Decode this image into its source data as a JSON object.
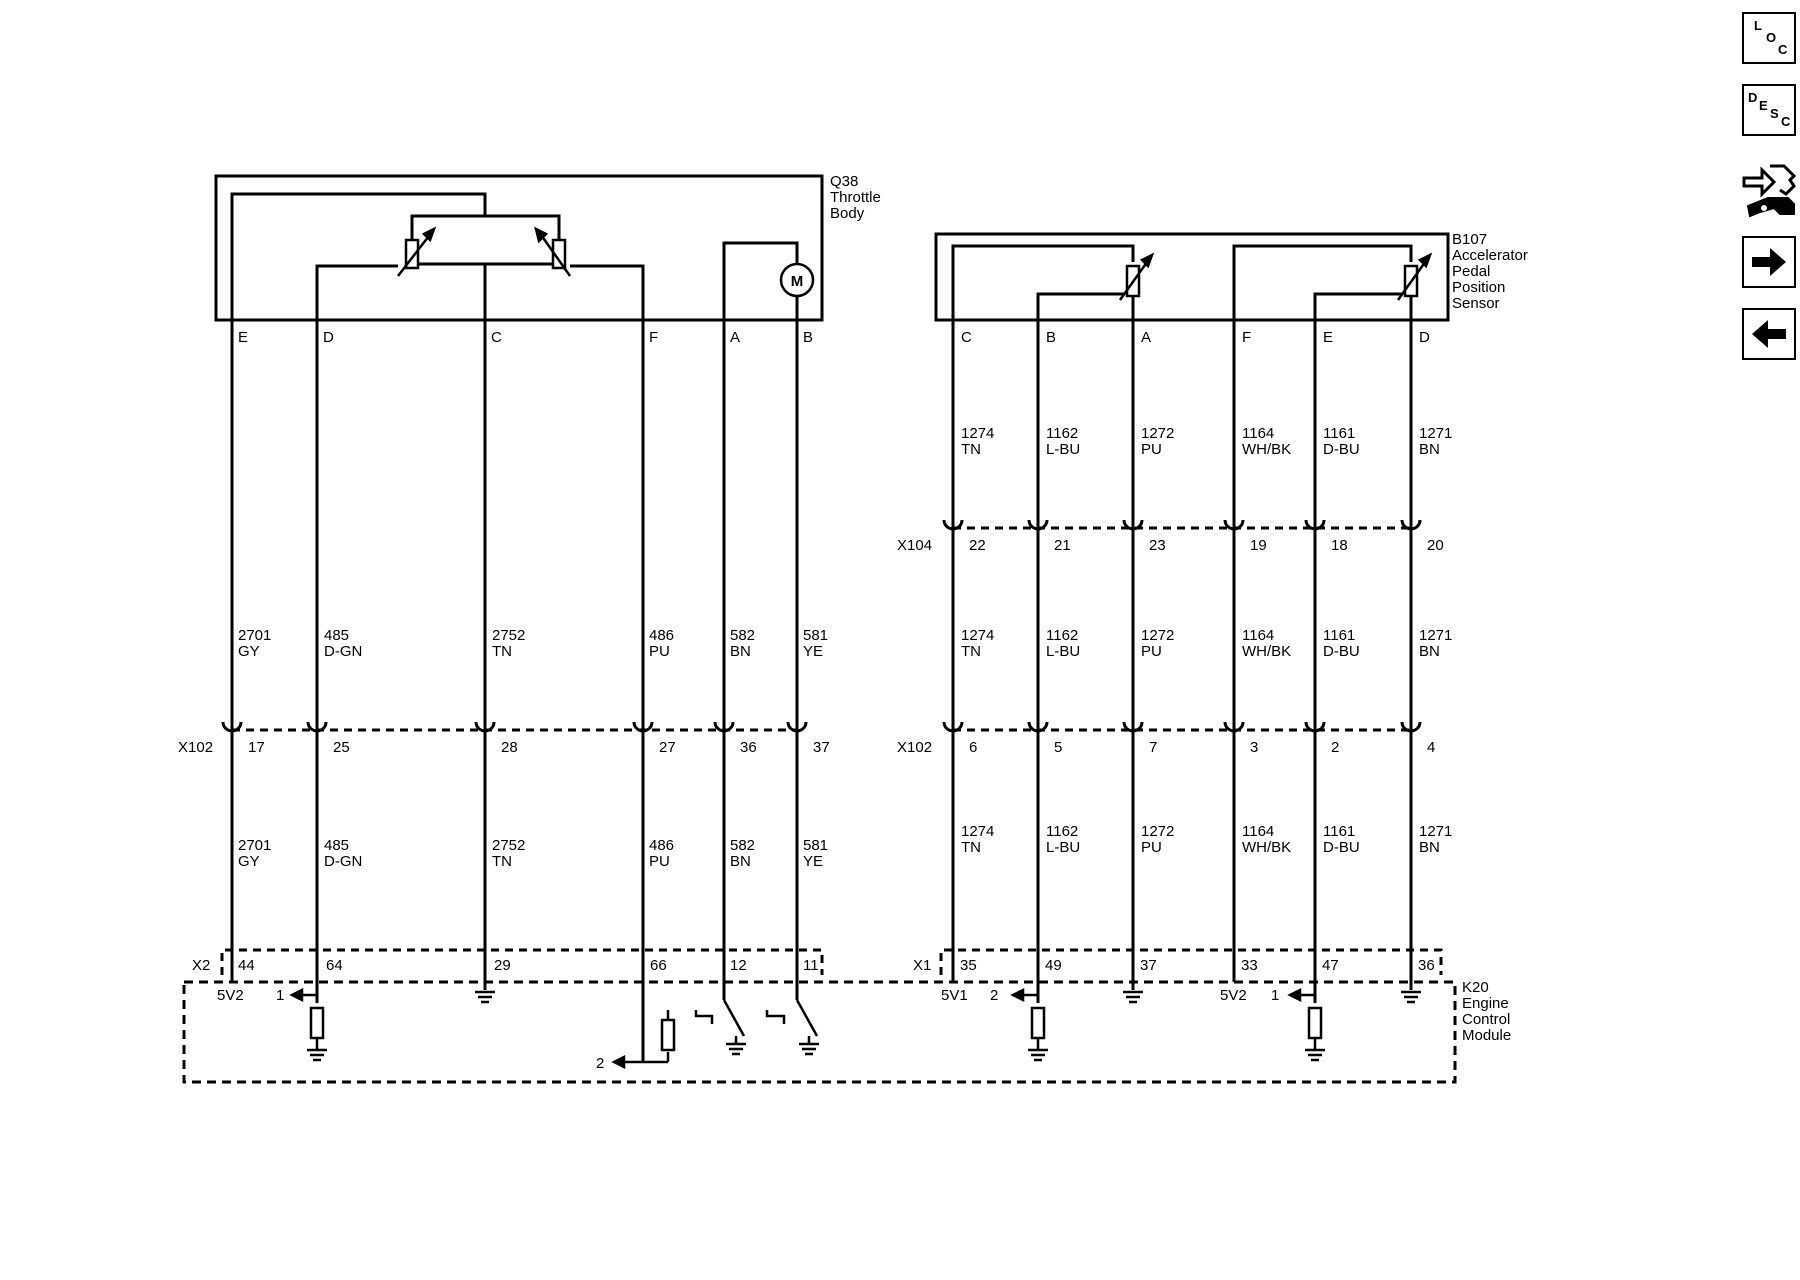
{
  "components": {
    "q38": {
      "ref": "Q38",
      "name_line1": "Throttle",
      "name_line2": "Body"
    },
    "b107": {
      "ref": "B107",
      "name_line1": "Accelerator",
      "name_line2": "Pedal",
      "name_line3": "Position",
      "name_line4": "Sensor"
    },
    "k20": {
      "ref": "K20",
      "name_line1": "Engine",
      "name_line2": "Control",
      "name_line3": "Module"
    },
    "motor_symbol": "M"
  },
  "connectors": {
    "x102": "X102",
    "x104": "X104",
    "x2": "X2",
    "x1": "X1"
  },
  "left_wires": [
    {
      "pin": "E",
      "circuit": "2701",
      "color": "GY",
      "x102_pin": "17",
      "x2_pin": "44"
    },
    {
      "pin": "D",
      "circuit": "485",
      "color": "D-GN",
      "x102_pin": "25",
      "x2_pin": "64"
    },
    {
      "pin": "C",
      "circuit": "2752",
      "color": "TN",
      "x102_pin": "28",
      "x2_pin": "29"
    },
    {
      "pin": "F",
      "circuit": "486",
      "color": "PU",
      "x102_pin": "27",
      "x2_pin": "66"
    },
    {
      "pin": "A",
      "circuit": "582",
      "color": "BN",
      "x102_pin": "36",
      "x2_pin": "12"
    },
    {
      "pin": "B",
      "circuit": "581",
      "color": "YE",
      "x102_pin": "37",
      "x2_pin": "11"
    }
  ],
  "right_wires": [
    {
      "pin": "C",
      "circuit": "1274",
      "color": "TN",
      "x104_pin": "22",
      "x102_pin": "6",
      "x1_pin": "35"
    },
    {
      "pin": "B",
      "circuit": "1162",
      "color": "L-BU",
      "x104_pin": "21",
      "x102_pin": "5",
      "x1_pin": "49"
    },
    {
      "pin": "A",
      "circuit": "1272",
      "color": "PU",
      "x104_pin": "23",
      "x102_pin": "7",
      "x1_pin": "37"
    },
    {
      "pin": "F",
      "circuit": "1164",
      "color": "WH/BK",
      "x104_pin": "19",
      "x102_pin": "3",
      "x1_pin": "33"
    },
    {
      "pin": "E",
      "circuit": "1161",
      "color": "D-BU",
      "x104_pin": "18",
      "x102_pin": "2",
      "x1_pin": "47"
    },
    {
      "pin": "D",
      "circuit": "1271",
      "color": "BN",
      "x104_pin": "20",
      "x102_pin": "4",
      "x1_pin": "36"
    }
  ],
  "ecm_labels": {
    "ref_5v2_left": "5V2",
    "ref_5v1": "5V1",
    "ref_5v2_right": "5V2",
    "signal_1": "1",
    "signal_2": "2"
  },
  "sidebar": {
    "loc": {
      "l1": "L",
      "l2": "O",
      "l3": "C"
    },
    "desc": {
      "l1": "D",
      "l2": "E",
      "l3": "S",
      "l4": "C"
    }
  }
}
